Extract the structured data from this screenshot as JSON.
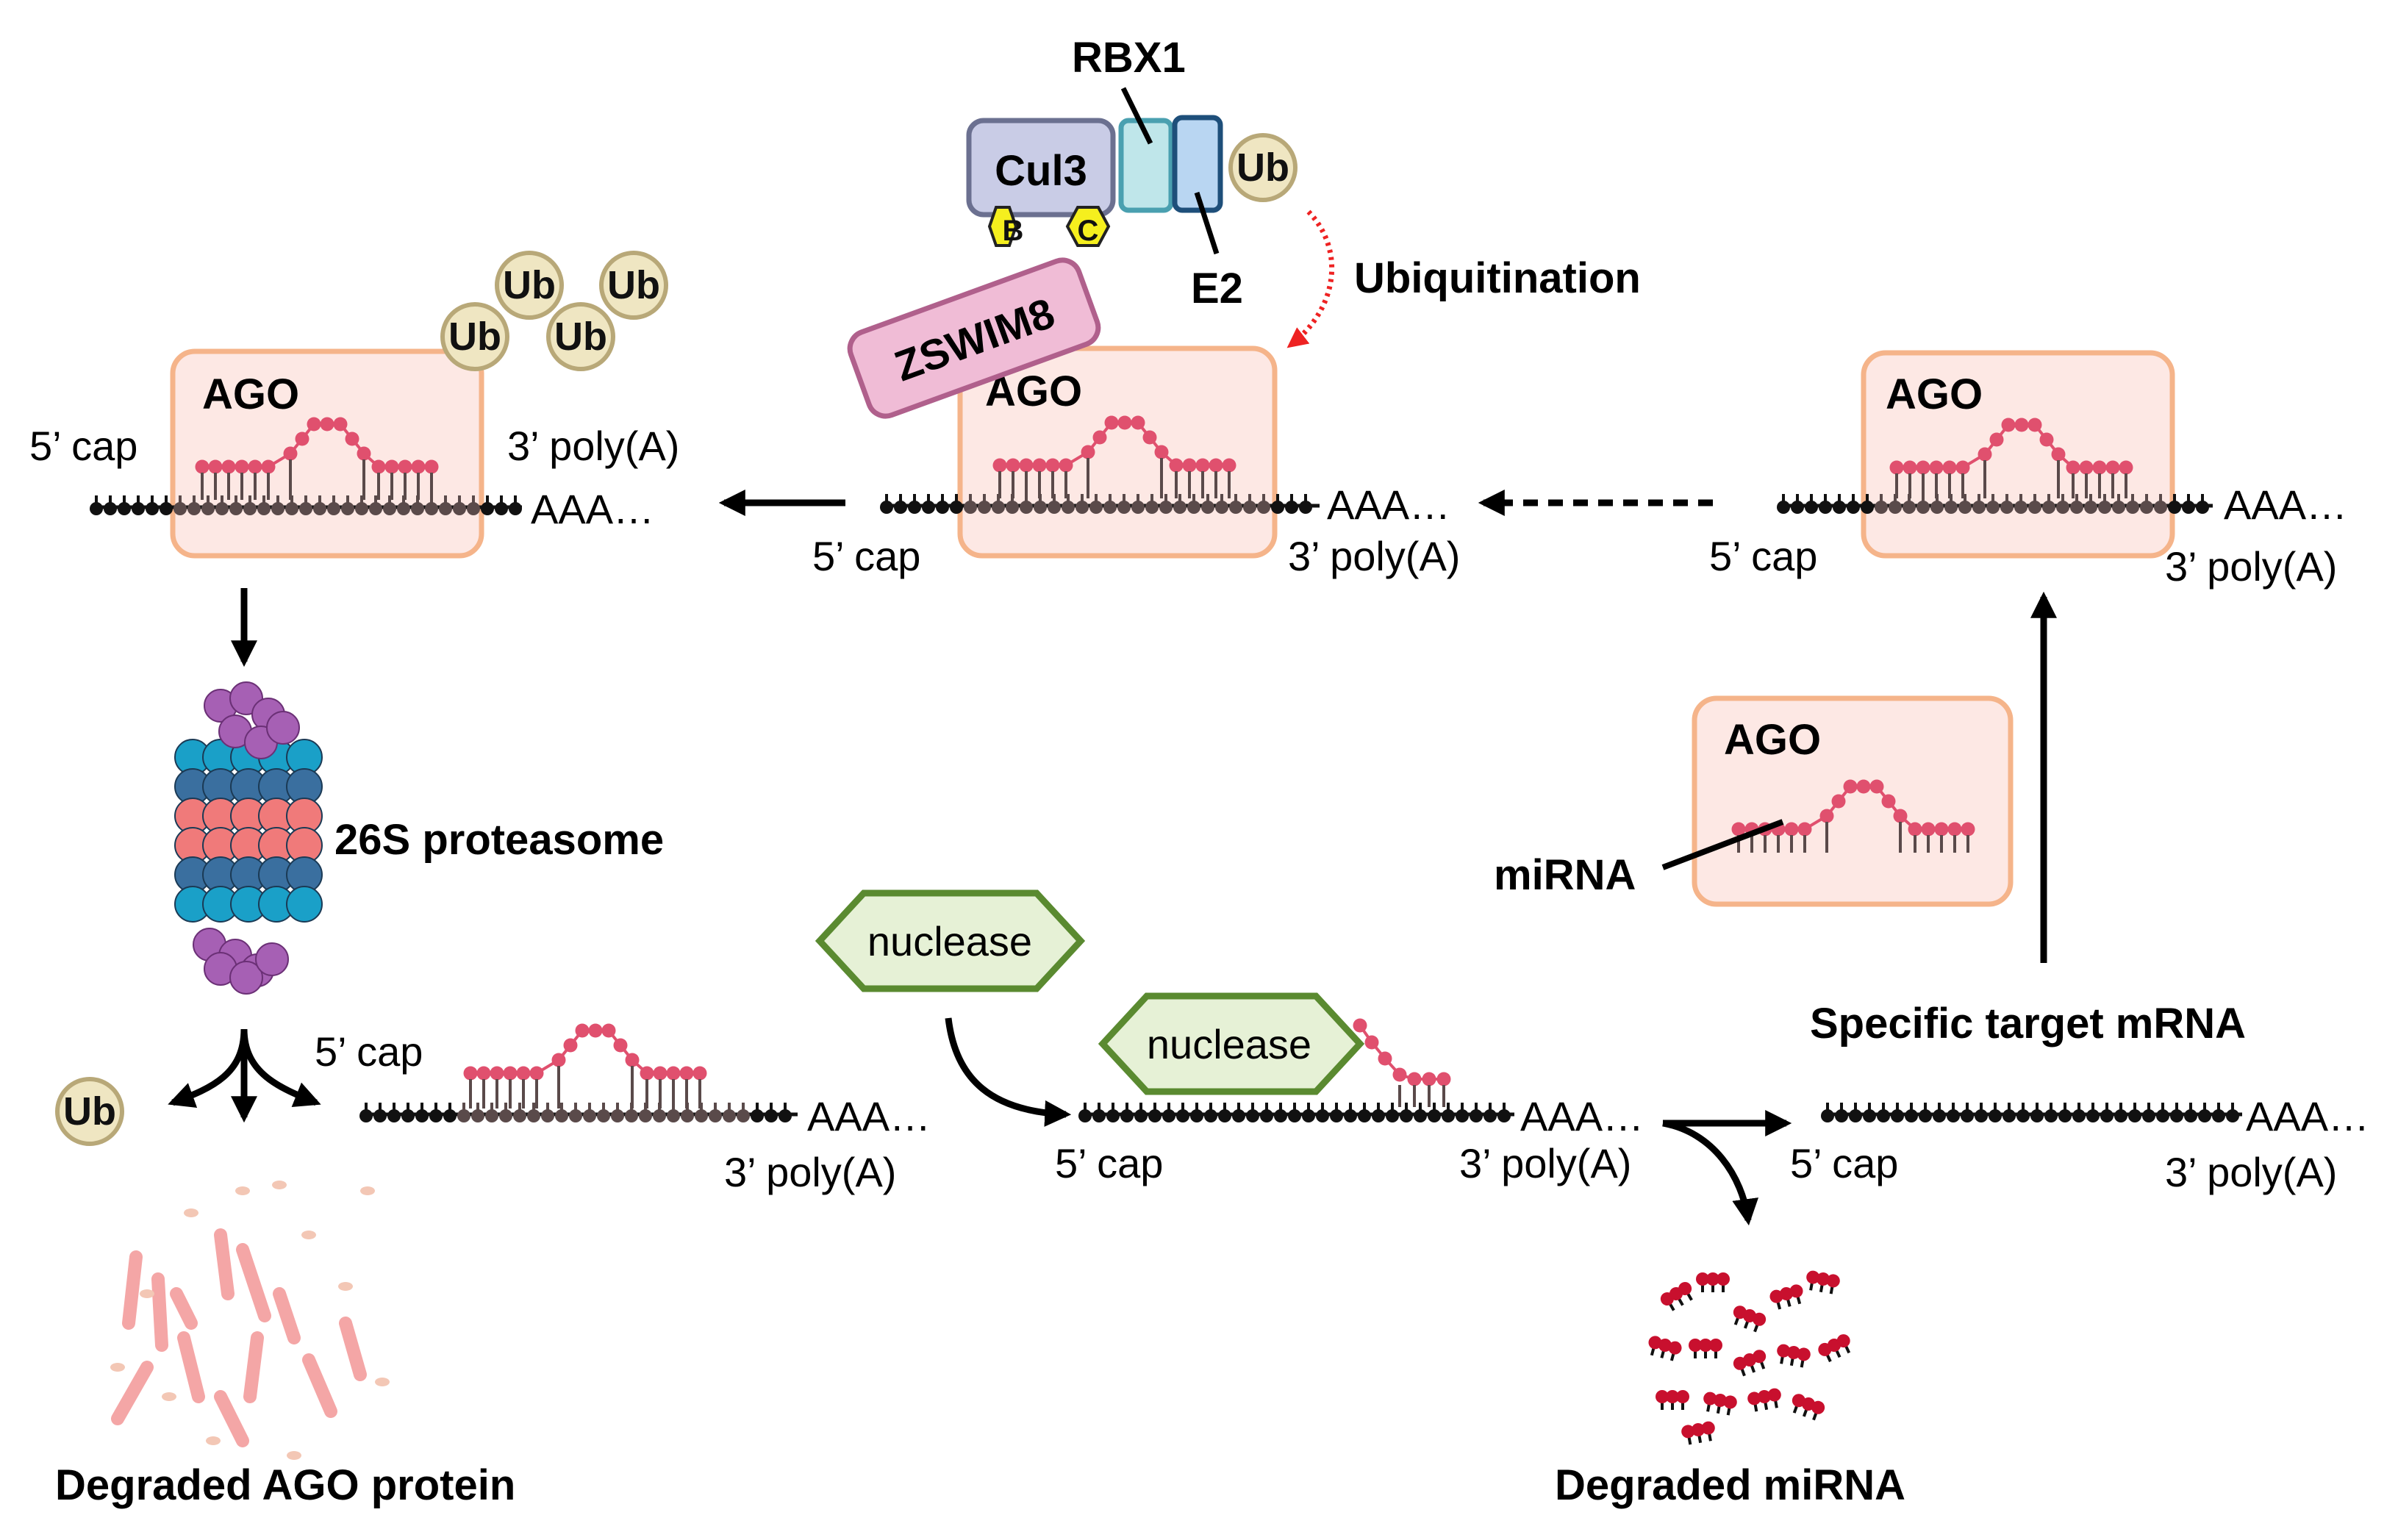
{
  "labels": {
    "rbx1": "RBX1",
    "cul3": "Cul3",
    "b": "B",
    "c": "C",
    "zswim8": "ZSWIM8",
    "ub": "Ub",
    "e2": "E2",
    "ubiquitination": "Ubiquitination",
    "ago": "AGO",
    "five_cap": "5’ cap",
    "three_polya": "3’ poly(A)",
    "aaa": "AAA…",
    "proteasome": "26S proteasome",
    "nuclease": "nuclease",
    "mirna": "miRNA",
    "specific_target": "Specific target mRNA",
    "degraded_ago": "Degraded AGO protein",
    "degraded_mirna": "Degraded miRNA"
  },
  "colors": {
    "ago_fill": "#fde8e4",
    "ago_stroke": "#f5b48a",
    "mirna": "#e0506e",
    "mrna": "#111111",
    "mrna_bound": "#5a4a4a",
    "cul3_fill": "#c9cce6",
    "cul3_stroke": "#6b7090",
    "zswim8_fill": "#f0bcd6",
    "zswim8_stroke": "#b0608c",
    "ub_fill": "#efe6c2",
    "ub_stroke": "#b8a878",
    "bc_fill": "#f5ef1e",
    "nuclease_fill": "#e6f1d6",
    "nuclease_stroke": "#5a8a30",
    "red_arrow": "#ee2222"
  }
}
